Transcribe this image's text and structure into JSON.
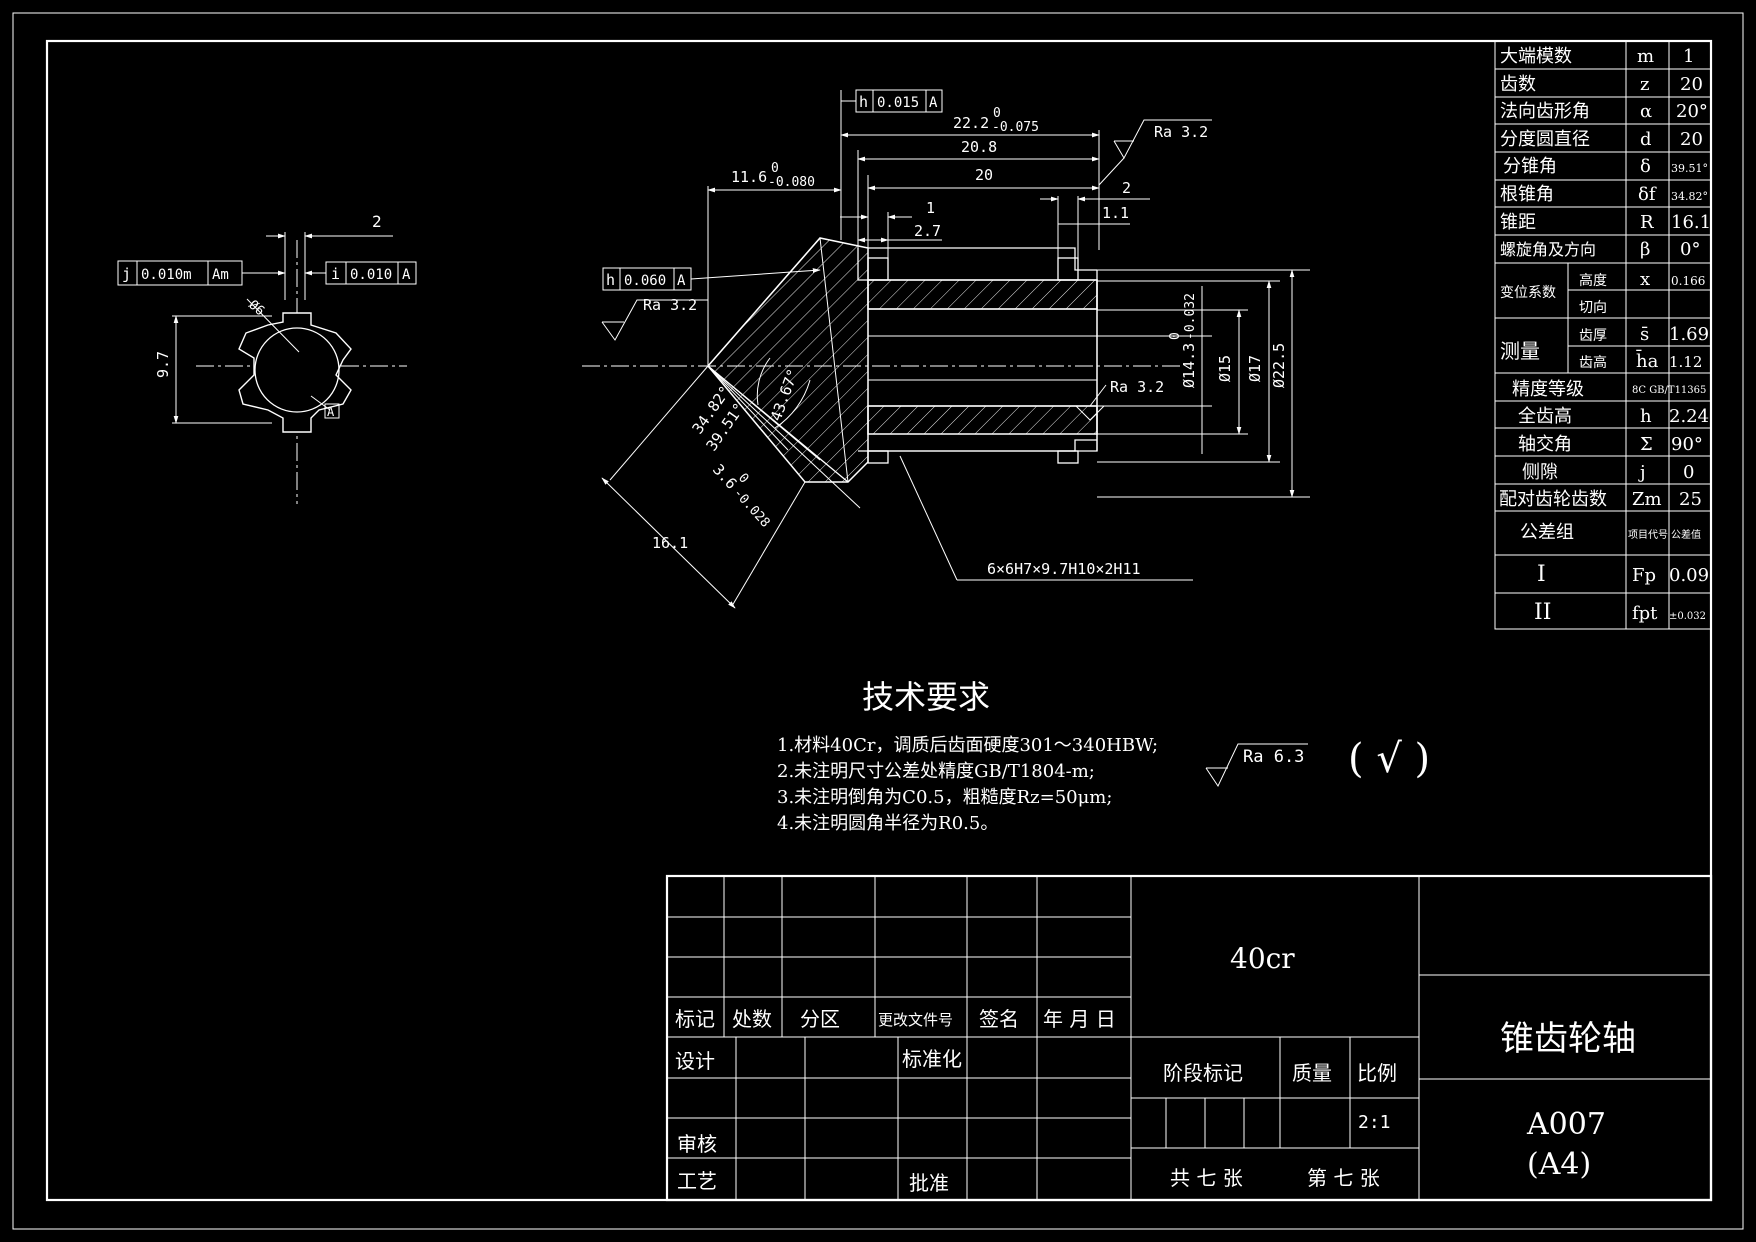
{
  "dims": {
    "total_len": "22.2",
    "total_tol_upper": "0",
    "total_tol_lower": "-0.075",
    "len_20_8": "20.8",
    "len_20": "20",
    "len_11_6": "11.6",
    "tol_11_6_upper": "0",
    "tol_11_6_lower": "-0.080",
    "len_1": "1",
    "len_2_7": "2.7",
    "len_2": "2",
    "len_1_1": "1.1",
    "dia_14_3": "Ø14.3",
    "dia_14_3_upper": "0",
    "dia_14_3_lower": "-0.032",
    "dia_15": "Ø15",
    "dia_17": "Ø17",
    "dia_22_5": "Ø22.5",
    "angle_34_82": "34.82°",
    "angle_39_51": "39.51°",
    "angle_43_67": "43.67°",
    "len_3_6": "3.6",
    "tol_3_6_upper": "0",
    "tol_3_6_lower": "-0.028",
    "len_16_1": "16.1",
    "spline": "6×6H7×9.7H10×2H11",
    "side_2": "2",
    "side_9_7": "9.7",
    "side_phi6": "Ø6",
    "datum_a": "A"
  },
  "tolerances": {
    "runout_main": [
      "h",
      "0.015",
      "A"
    ],
    "runout_left": [
      "h",
      "0.060",
      "A"
    ],
    "sym_left": [
      "j",
      "0.010m",
      "Am"
    ],
    "sym_right": [
      "i",
      "0.010",
      "A"
    ]
  },
  "roughness": {
    "ra_top": "Ra 3.2",
    "ra_left": "Ra 3.2",
    "ra_bore": "Ra 3.2",
    "ra_general": "Ra 6.3",
    "check_mark": "( √ )"
  },
  "tech": {
    "title": "技术要求",
    "items": [
      "1.材料40Cr，调质后齿面硬度301～340HBW;",
      "2.未注明尺寸公差处精度GB/T1804-m;",
      "3.未注明倒角为C0.5，粗糙度Rz=50μm;",
      "4.未注明圆角半径为R0.5。"
    ]
  },
  "params": [
    {
      "name": "大端模数",
      "sym": "m",
      "val": "1"
    },
    {
      "name": "齿数",
      "sym": "z",
      "val": "20"
    },
    {
      "name": "法向齿形角",
      "sym": "α",
      "val": "20°"
    },
    {
      "name": "分度圆直径",
      "sym": "d",
      "val": "20"
    },
    {
      "name": "分锥角",
      "sym": "δ",
      "val": "39.51°"
    },
    {
      "name": "根锥角",
      "sym": "δf",
      "val": "34.82°"
    },
    {
      "name": "锥距",
      "sym": "R",
      "val": "16.1"
    },
    {
      "name": "螺旋角及方向",
      "sym": "β",
      "val": "0°"
    },
    {
      "group": "变位系数",
      "sub": "高度",
      "sym": "x",
      "val": "0.166"
    },
    {
      "sub": "切向",
      "sym": "",
      "val": ""
    },
    {
      "group": "测量",
      "sub": "齿厚",
      "sym": "s̄",
      "val": "1.69"
    },
    {
      "sub": "齿高",
      "sym": "h̄a",
      "val": "1.12"
    },
    {
      "name": "精度等级",
      "sym": "8C GB/T11365",
      "val": ""
    },
    {
      "name": "全齿高",
      "sym": "h",
      "val": "2.24"
    },
    {
      "name": "轴交角",
      "sym": "Σ",
      "val": "90°"
    },
    {
      "name": "侧隙",
      "sym": "j",
      "val": "0"
    },
    {
      "name": "配对齿轮齿数",
      "sym": "Zm",
      "val": "25"
    },
    {
      "name": "公差组",
      "sym": "项目代号",
      "val": "公差值"
    },
    {
      "name": "I",
      "sym": "Fp",
      "val": "0.09"
    },
    {
      "name": "II",
      "sym": "fpt",
      "val": "±0.032"
    }
  ],
  "title_block": {
    "material": "40cr",
    "part_name": "锥齿轮轴",
    "drawing_no": "A007",
    "sheet_size": "(A4)",
    "col_mark": "标记",
    "col_count": "处数",
    "col_zone": "分区",
    "col_doc": "更改文件号",
    "col_sign": "签名",
    "col_date": "年 月 日",
    "design": "设计",
    "standard": "标准化",
    "review": "审核",
    "process": "工艺",
    "approve": "批准",
    "stage": "阶段标记",
    "weight": "质量",
    "scale": "比例",
    "scale_val": "2:1",
    "total_sheets": "共 七 张",
    "sheet_no": "第 七 张"
  }
}
